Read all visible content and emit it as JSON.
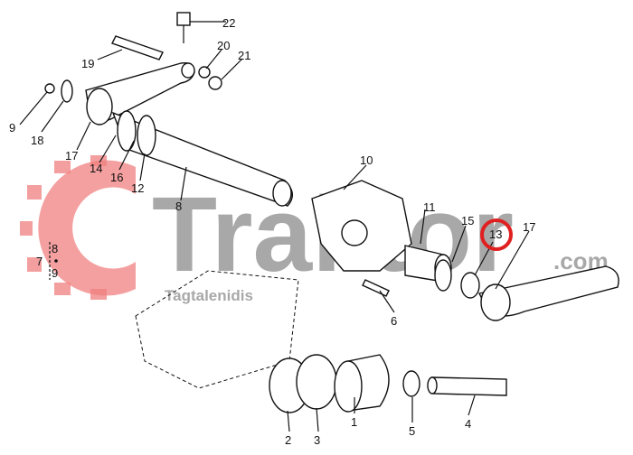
{
  "watermark": {
    "brand": "Traktor",
    "suffix": ".com",
    "tagline": "Tagtalenidis",
    "gear_color": "#f08080",
    "text_color": "#9a9a9a"
  },
  "highlight": {
    "label": "13",
    "color": "#e02020"
  },
  "callouts": [
    {
      "id": "22",
      "label": "22"
    },
    {
      "id": "20",
      "label": "20"
    },
    {
      "id": "21",
      "label": "21"
    },
    {
      "id": "19",
      "label": "19"
    },
    {
      "id": "9a",
      "label": "9"
    },
    {
      "id": "18",
      "label": "18"
    },
    {
      "id": "17a",
      "label": "17"
    },
    {
      "id": "14",
      "label": "14"
    },
    {
      "id": "16",
      "label": "16"
    },
    {
      "id": "12",
      "label": "12"
    },
    {
      "id": "8a",
      "label": "8"
    },
    {
      "id": "10",
      "label": "10"
    },
    {
      "id": "11",
      "label": "11"
    },
    {
      "id": "15",
      "label": "15"
    },
    {
      "id": "13",
      "label": "13"
    },
    {
      "id": "17b",
      "label": "17"
    },
    {
      "id": "8b",
      "label": "8"
    },
    {
      "id": "7",
      "label": "7"
    },
    {
      "id": "9b",
      "label": "9"
    },
    {
      "id": "6",
      "label": "6"
    },
    {
      "id": "2",
      "label": "2"
    },
    {
      "id": "3",
      "label": "3"
    },
    {
      "id": "1",
      "label": "1"
    },
    {
      "id": "5",
      "label": "5"
    },
    {
      "id": "4",
      "label": "4"
    }
  ]
}
